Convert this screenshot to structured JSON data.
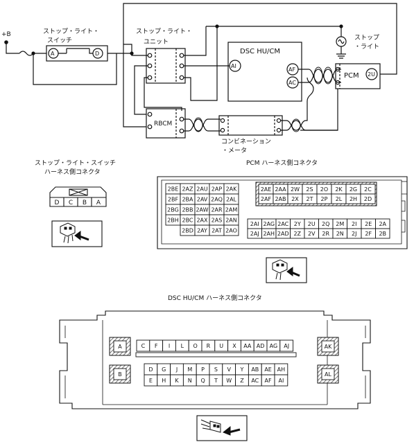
{
  "wiring": {
    "battery_label": "+B",
    "stop_switch": {
      "title_line1": "ストップ・ライト・",
      "title_line2": "スイッチ",
      "terminal_a": "A",
      "terminal_d": "D"
    },
    "stop_unit": {
      "title_line1": "ストップ・ライト・",
      "title_line2": "ユニット"
    },
    "stop_lamp": {
      "title_line1": "ストップ",
      "title_line2": "・ライト"
    },
    "dsc": {
      "title": "DSC HU/CM",
      "terminal_ai": "AI",
      "terminal_af": "AF",
      "terminal_ac": "AC"
    },
    "pcm": {
      "title": "PCM",
      "terminal_2u": "2U"
    },
    "rbcm": {
      "title": "RBCM"
    },
    "meter": {
      "title_line1": "コンビネーション",
      "title_line2": "・メータ"
    }
  },
  "switch_connector": {
    "title_line1": "ストップ・ライト・スイッチ",
    "title_line2": "ハーネス側コネクタ",
    "pins": [
      "D",
      "C",
      "B",
      "A"
    ]
  },
  "pcm_connector": {
    "title": "PCM ハーネス側コネクタ",
    "left_block": [
      [
        "2BE",
        "2AZ",
        "2AU",
        "2AP",
        "2AK"
      ],
      [
        "2BF",
        "2BA",
        "2AV",
        "2AQ",
        "2AL"
      ],
      [
        "2BG",
        "2BB",
        "2AW",
        "2AR",
        "2AM"
      ],
      [
        "2BH",
        "2BC",
        "2AX",
        "2AS",
        "2AN"
      ],
      [
        "",
        "2BD",
        "2AY",
        "2AT",
        "2AO"
      ]
    ],
    "right_top": [
      [
        "2AE",
        "2AA",
        "2W",
        "2S",
        "2O",
        "2K",
        "2G",
        "2C"
      ],
      [
        "2AF",
        "2AB",
        "2X",
        "2T",
        "2P",
        "2L",
        "2H",
        "2D"
      ]
    ],
    "right_bottom": [
      [
        "2AI",
        "2AG",
        "2AC",
        "2Y",
        "2U",
        "2Q",
        "2M",
        "2I",
        "2E",
        "2A"
      ],
      [
        "2AJ",
        "2AH",
        "2AD",
        "2Z",
        "2V",
        "2R",
        "2N",
        "2J",
        "2F",
        "2B"
      ]
    ]
  },
  "dsc_connector": {
    "title": "DSC HU/CM ハーネス側コネクタ",
    "corner_pins": {
      "tl": "A",
      "bl": "B",
      "tr": "AK",
      "br": "AL"
    },
    "row1": [
      "C",
      "F",
      "I",
      "L",
      "O",
      "R",
      "U",
      "X",
      "AA",
      "AD",
      "AG",
      "AJ"
    ],
    "row2": [
      "D",
      "G",
      "J",
      "M",
      "P",
      "S",
      "V",
      "Y",
      "AB",
      "AE",
      "AH"
    ],
    "row3": [
      "E",
      "H",
      "K",
      "N",
      "Q",
      "T",
      "W",
      "Z",
      "AC",
      "AF",
      "AI"
    ]
  }
}
